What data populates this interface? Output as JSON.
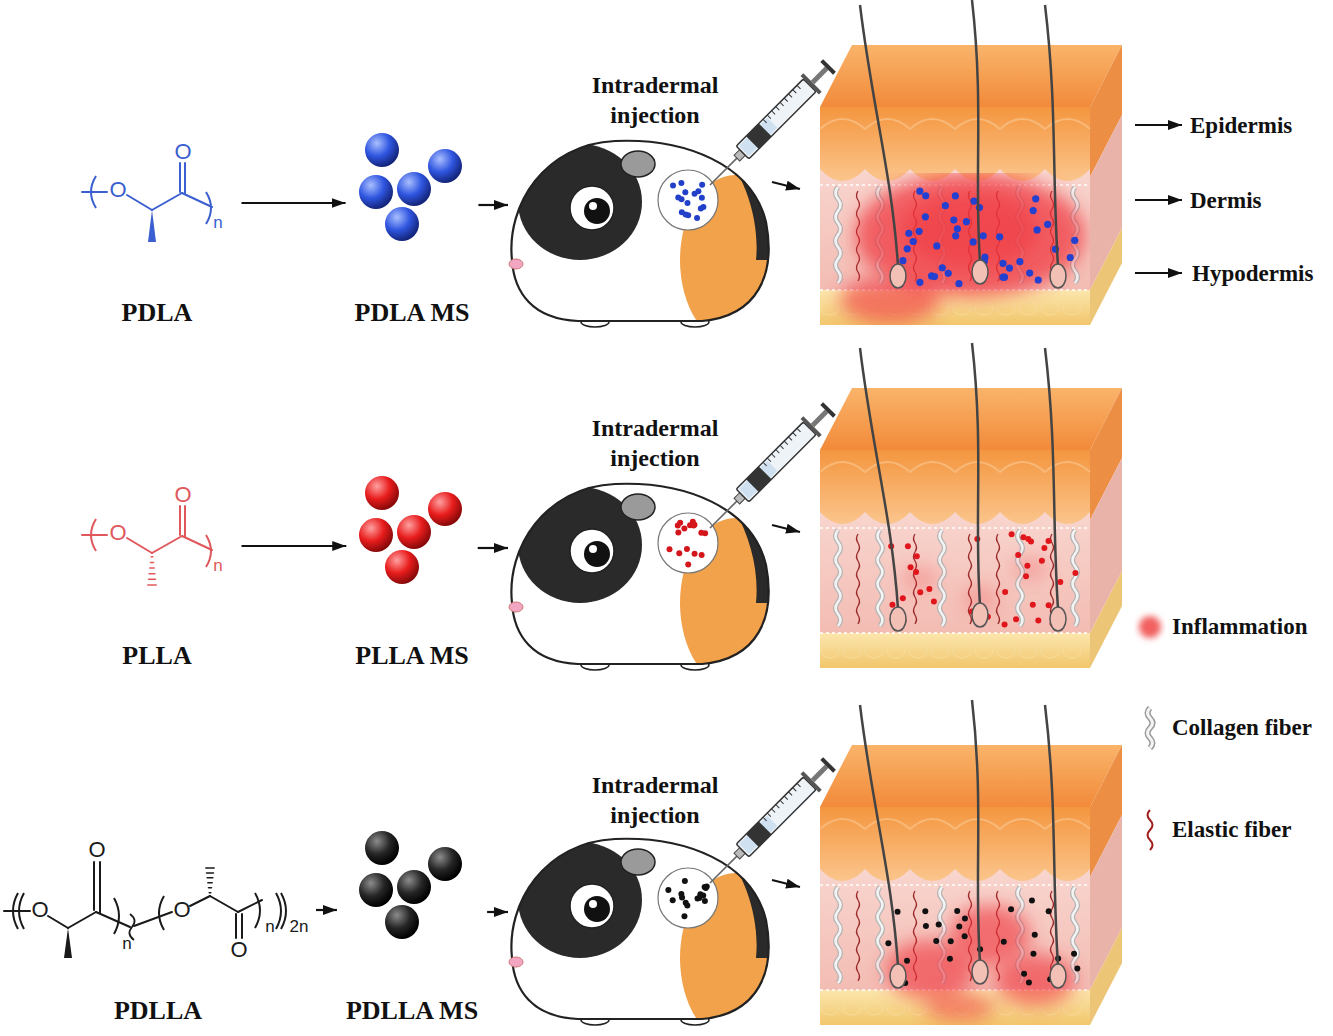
{
  "diagram": {
    "nodes": [
      {
        "text": [
          "PDLA"
        ]
      },
      {
        "text": [
          "PDLA MS"
        ]
      },
      {
        "text": [
          "Intradermal injection"
        ]
      },
      {
        "text": [
          "PLLA"
        ]
      },
      {
        "text": [
          "PLLA MS"
        ]
      },
      {
        "text": [
          "Intradermal injection"
        ]
      },
      {
        "text": [
          "PDLLA"
        ]
      },
      {
        "text": [
          "PDLLA MS"
        ]
      },
      {
        "text": [
          "Intradermal injection"
        ]
      }
    ],
    "edges": [
      {
        "from": 0,
        "to": 1,
        "arrow": "to"
      },
      {
        "from": 1,
        "to": 2,
        "arrow": "to"
      },
      {
        "from": 3,
        "to": 4,
        "arrow": "to"
      },
      {
        "from": 4,
        "to": 5,
        "arrow": "to"
      },
      {
        "from": 6,
        "to": 7,
        "arrow": "to"
      },
      {
        "from": 7,
        "to": 8,
        "arrow": "to"
      }
    ],
    "labels": [
      "O",
      "O",
      "n",
      "Epidermis",
      "Dermis",
      "Hypodermis",
      "O",
      "O",
      "n",
      "O",
      "O",
      "n",
      "O",
      "O",
      "n",
      "2n"
    ],
    "legend": [
      {
        "text": "Inflammation",
        "color": "#f26060"
      },
      {
        "text": "Collagen fiber"
      },
      {
        "text": "Elastic fiber"
      }
    ]
  }
}
